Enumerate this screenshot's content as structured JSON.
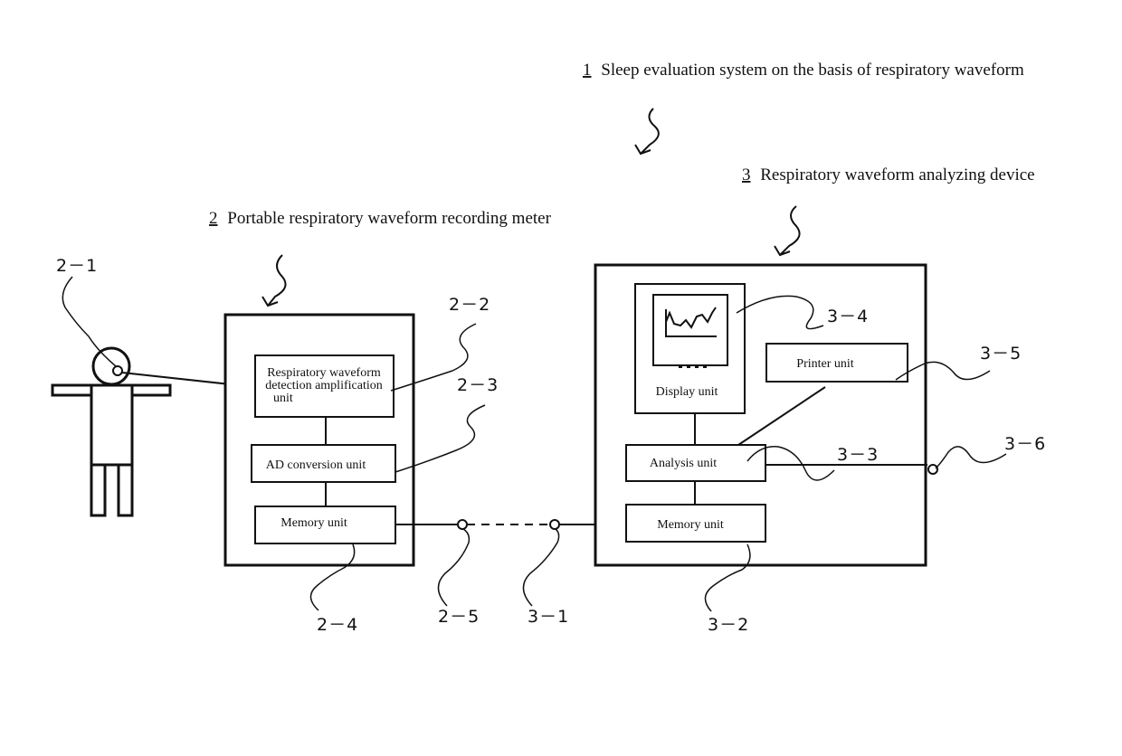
{
  "titles": {
    "system": {
      "num": "1",
      "label": "Sleep evaluation system on the basis of respiratory waveform"
    },
    "meter": {
      "num": "2",
      "label": "Portable respiratory waveform recording meter"
    },
    "analyzer": {
      "num": "3",
      "label": "Respiratory waveform analyzing device"
    }
  },
  "meter_units": {
    "detection_line1": "Respiratory waveform",
    "detection_line2": "detection amplification",
    "detection_line3": "unit",
    "ad": "AD conversion unit",
    "memory": "Memory unit"
  },
  "analyzer_units": {
    "display": "Display unit",
    "printer": "Printer unit",
    "analysis": "Analysis unit",
    "memory": "Memory unit"
  },
  "refs": {
    "r2_1": "2－1",
    "r2_2": "2－2",
    "r2_3": "2－3",
    "r2_4": "2－4",
    "r2_5": "2－5",
    "r3_1": "3－1",
    "r3_2": "3－2",
    "r3_3": "3－3",
    "r3_4": "3－4",
    "r3_5": "3－5",
    "r3_6": "3－6"
  }
}
